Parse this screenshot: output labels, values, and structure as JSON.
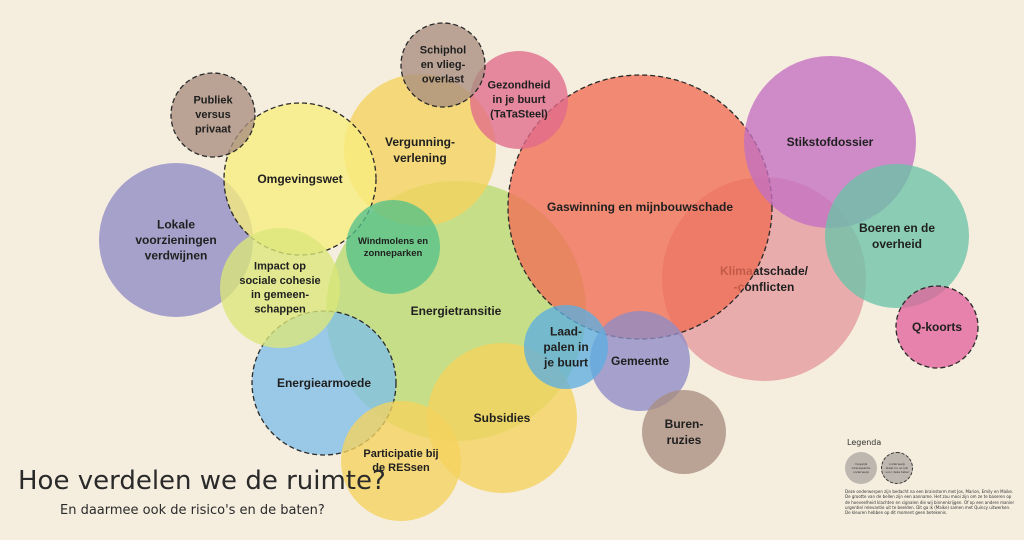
{
  "title": "Hoe verdelen we de ruimte?",
  "subtitle": "En daarmee ook de risico's en de baten?",
  "bubbles": [
    {
      "id": "klimaat",
      "lines": [
        "Klimaatschade/",
        "-conflicten"
      ],
      "color": "#e69a9e",
      "dashed": false
    },
    {
      "id": "energietransitie",
      "lines": [
        "Energietransitie"
      ],
      "color": "#b9da6e",
      "dashed": false
    },
    {
      "id": "gaswinning",
      "lines": [
        "Gaswinning en mijnbouwschade"
      ],
      "color": "#ef6d55",
      "dashed": true
    },
    {
      "id": "lokale",
      "lines": [
        "Lokale",
        "voorzieningen",
        "verdwijnen"
      ],
      "color": "#8f8cc4",
      "dashed": false
    },
    {
      "id": "vergunning",
      "lines": [
        "Vergunning-",
        "verlening"
      ],
      "color": "#f5d25e",
      "dashed": false
    },
    {
      "id": "omgevingswet",
      "lines": [
        "Omgevingswet"
      ],
      "color": "#f7ed7e",
      "dashed": true
    },
    {
      "id": "subsidies",
      "lines": [
        "Subsidies"
      ],
      "color": "#f5d25e",
      "dashed": false
    },
    {
      "id": "stikstof",
      "lines": [
        "Stikstofdossier"
      ],
      "color": "#c36fc2",
      "dashed": false
    },
    {
      "id": "energiearmoede",
      "lines": [
        "Energiearmoede"
      ],
      "color": "#7fbfe9",
      "dashed": true
    },
    {
      "id": "boeren",
      "lines": [
        "Boeren en de",
        "overheid"
      ],
      "color": "#6bc3a8",
      "dashed": false
    },
    {
      "id": "impact",
      "lines": [
        "Impact op",
        "sociale cohesie",
        "in gemeen-",
        "schappen"
      ],
      "color": "#dbe77a",
      "dashed": false
    },
    {
      "id": "gemeente",
      "lines": [
        "Gemeente"
      ],
      "color": "#8e8cc7",
      "dashed": false
    },
    {
      "id": "participatie",
      "lines": [
        "Participatie bij",
        "de RESsen"
      ],
      "color": "#f5d25e",
      "dashed": false
    },
    {
      "id": "windmolens",
      "lines": [
        "Windmolens en",
        "zonneparken"
      ],
      "color": "#55c28a",
      "dashed": false
    },
    {
      "id": "gezondheid",
      "lines": [
        "Gezondheid",
        "in je buurt",
        "(TaTaSteel)"
      ],
      "color": "#e06a8a",
      "dashed": false
    },
    {
      "id": "laadpalen",
      "lines": [
        "Laad-",
        "palen in",
        "je buurt"
      ],
      "color": "#5eaee0",
      "dashed": false
    },
    {
      "id": "burenruzies",
      "lines": [
        "Buren-",
        "ruzies"
      ],
      "color": "#a98e80",
      "dashed": false
    },
    {
      "id": "schiphol",
      "lines": [
        "Schiphol",
        "en vlieg-",
        "overlast"
      ],
      "color": "#a98e80",
      "dashed": true
    },
    {
      "id": "publiek",
      "lines": [
        "Publiek",
        "versus",
        "privaat"
      ],
      "color": "#a98e80",
      "dashed": true
    },
    {
      "id": "qkoorts",
      "lines": [
        "Q-koorts"
      ],
      "color": "#e2649c",
      "dashed": true
    }
  ],
  "legend": {
    "title": "Legenda",
    "items": [
      {
        "text": "mogelijk interessante onderwerp",
        "dashed": false
      },
      {
        "text": "onderwerp staat nu al ook voor deze tabel",
        "dashed": true
      }
    ],
    "description": "Deze onderwerpen zijn bedacht na een brainstorm met Jos, Marion, Emily en Maike. De grootte van de bellen zijn een aanname. Het zou mooi zijn om ze te baseren op de hoeveelheid klachten en signalen die wij binnenkrijgen. Of op een andere manier urgentie/ relevantie uit te beelden. Dit ga ik (Maike) samen met Quincy uitwerken. De kleuren hebben op dit moment geen betekenis."
  }
}
